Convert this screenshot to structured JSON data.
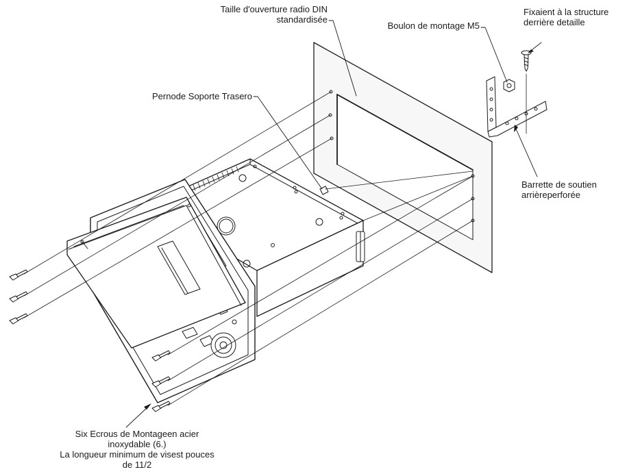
{
  "labels": {
    "din_opening": [
      "Taille d'ouverture radio DIN",
      "standardisée"
    ],
    "mount_bolt": "Boulon de montage M5",
    "fix_structure": [
      "Fixaient à la structure",
      "derrière detaille"
    ],
    "rear_pin": "Pernode Soporte Trasero",
    "rear_bracket": [
      "Barrette de soutien",
      "arrièreperforée"
    ],
    "screws_note": [
      "Six Ecrous de Montageen acier",
      "inoxydable (6.)",
      "La longueur minimum de visest pouces",
      "de 11/2"
    ]
  },
  "colors": {
    "line": "#1a1a1a",
    "fill": "#ffffff",
    "panel_fill": "#f7f7f7"
  }
}
